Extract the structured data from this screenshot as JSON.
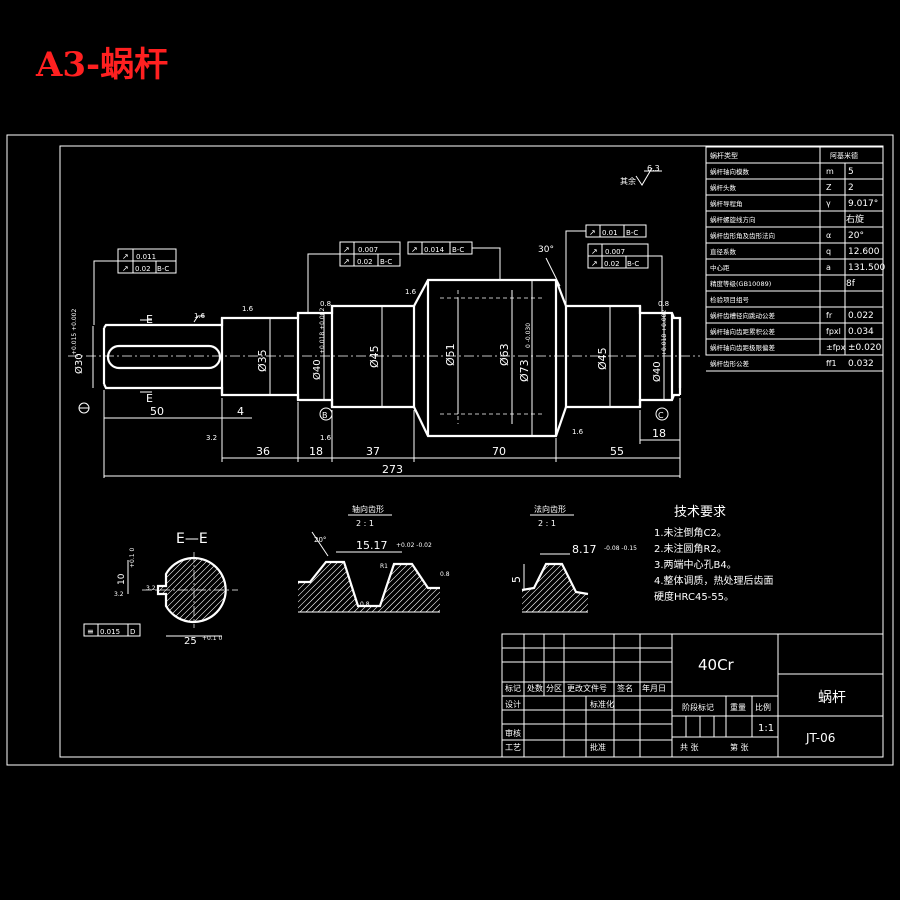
{
  "sheet_title": "A3-蜗杆",
  "roughness_note": {
    "label": "其余",
    "value": "6.3"
  },
  "parameter_table": {
    "header_left": "蜗杆类型",
    "header_right": "阿基米德",
    "rows": [
      {
        "label": "蜗杆轴向模数",
        "symbol": "m",
        "value": "5"
      },
      {
        "label": "蜗杆头数",
        "symbol": "Z",
        "value": "2"
      },
      {
        "label": "蜗杆导程角",
        "symbol": "γ",
        "value": "9.017°"
      },
      {
        "label": "蜗杆螺旋线方向",
        "symbol": "",
        "value": "右旋"
      },
      {
        "label": "蜗杆齿形角及齿形法向",
        "symbol": "α",
        "value": "20°"
      },
      {
        "label": "直径系数",
        "symbol": "q",
        "value": "12.600"
      },
      {
        "label": "中心距",
        "symbol": "a",
        "value": "131.500"
      },
      {
        "label": "精度等级(GB10089)",
        "symbol": "",
        "value": "8f"
      },
      {
        "label": "检验项目组号",
        "symbol": "",
        "value": ""
      },
      {
        "label": "蜗杆齿槽径向跳动公差",
        "symbol": "fr",
        "value": "0.022"
      },
      {
        "label": "蜗杆轴向齿距累积公差",
        "symbol": "fpxl",
        "value": "0.034"
      },
      {
        "label": "蜗杆轴向齿距极限偏差",
        "symbol": "±fpx",
        "value": "±0.020"
      },
      {
        "label": "蜗杆齿形公差",
        "symbol": "ff1",
        "value": "0.032"
      }
    ]
  },
  "tolerance_frames": {
    "left_runout_1": "0.011",
    "left_runout_2": "0.02",
    "mid_runout_1": "0.007",
    "mid_runout_2": "0.02",
    "mid_runout_ref": "B-C",
    "middle": "0.014",
    "right_runout_1": "0.01",
    "right_runout_2": "0.007",
    "right_runout_3": "0.02",
    "datum_ref": "B-C",
    "symmetry": "0.015",
    "symmetry_datum": "D"
  },
  "dimensions": {
    "d30": "Ø30",
    "d30_tol": "+0.015\n+0.002",
    "d35": "Ø35",
    "d40_left": "Ø40",
    "d40_tol": "+0.018\n+0.002",
    "d45_left": "Ø45",
    "d51": "Ø51",
    "d63": "Ø63",
    "d73": "Ø73",
    "d73_tol": "0\n-0.030",
    "d45_right": "Ø45",
    "d40_right": "Ø40",
    "len_50": "50",
    "len_4": "4",
    "len_36": "36",
    "len_18_left": "18",
    "len_37": "37",
    "len_70": "70",
    "len_55": "55",
    "len_18_right": "18",
    "len_273": "273",
    "angle_30": "30°",
    "rough_16_a": "1.6",
    "rough_08": "0.8",
    "rough_32": "3.2",
    "section_mark": "E",
    "datum_B": "B",
    "datum_C": "C"
  },
  "section_view": {
    "label": "E—E",
    "key_depth": "10",
    "key_depth_tol": "+0.1\n0",
    "key_width": "25",
    "key_width_tol": "+0.1\n0",
    "rough_32": "3.2",
    "rough_left": "3.2"
  },
  "tooth_view_1": {
    "title": "轴向齿形",
    "scale": "2 : 1",
    "angle": "20°",
    "pitch": "15.17",
    "pitch_tol": "+0.02\n-0.02",
    "rough_r": "R1",
    "rough_bottom": "0.8",
    "rough_right": "0.8"
  },
  "tooth_view_2": {
    "title": "法向齿形",
    "scale": "2 : 1",
    "thickness": "8.17",
    "thickness_tol": "-0.08\n-0.15",
    "height": "5"
  },
  "tech_requirements": {
    "title": "技术要求",
    "items": [
      "1.未注倒角C2。",
      "2.未注圆角R2。",
      "3.两端中心孔B4。",
      "4.整体调质，热处理后齿面",
      "硬度HRC45-55。"
    ]
  },
  "title_block": {
    "material": "40Cr",
    "part_name": "蜗杆",
    "drawing_no": "JT-06",
    "scale_label": "比例",
    "scale_value": "1:1",
    "weight_label": "重量",
    "stage_label": "阶段标记",
    "sheets_total": "共    张",
    "sheet_no": "第    张",
    "rev_labels": [
      "标记",
      "处数",
      "分区",
      "更改文件号",
      "签名",
      "年月日"
    ],
    "design": "设计",
    "standardize": "标准化",
    "review": "审核",
    "process": "工艺",
    "approve": "批准"
  }
}
